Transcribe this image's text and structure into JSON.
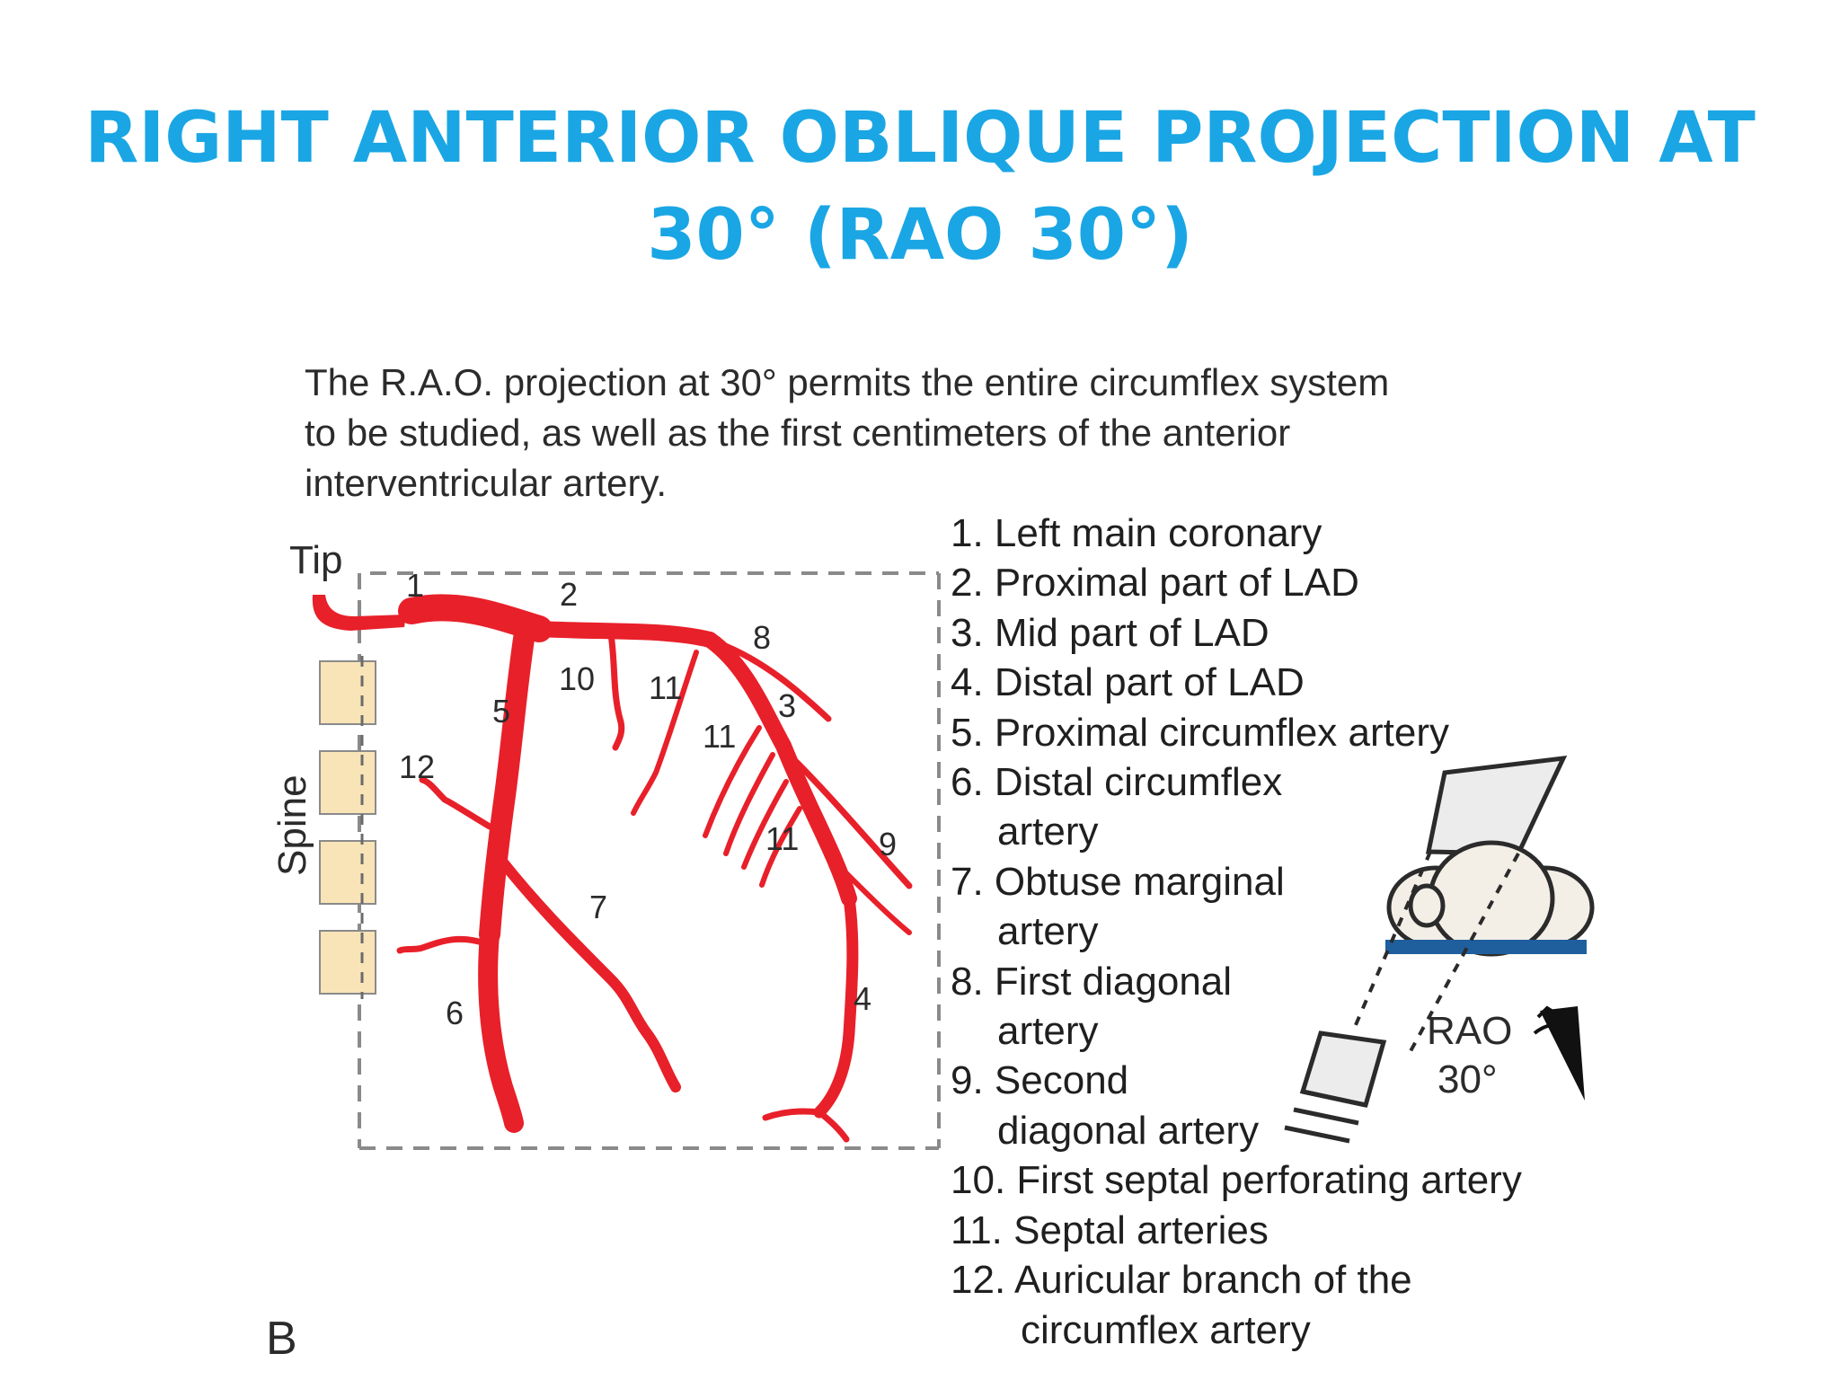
{
  "title": {
    "line1": "RIGHT ANTERIOR OBLIQUE PROJECTION AT",
    "line2": "30° (RAO 30°)"
  },
  "intro": {
    "line1": "The R.A.O. projection at 30° permits the entire circumflex system",
    "line2": "to be studied, as well as the first centimeters of the anterior",
    "line3": "interventricular artery."
  },
  "legend": [
    {
      "text": "1. Left main coronary"
    },
    {
      "text": "2. Proximal part of LAD"
    },
    {
      "text": "3. Mid part of LAD"
    },
    {
      "text": "4. Distal part of LAD"
    },
    {
      "text": "5. Proximal circumflex artery"
    },
    {
      "text": "6. Distal circumflex",
      "cont": "artery"
    },
    {
      "text": "7. Obtuse marginal",
      "cont": "artery"
    },
    {
      "text": "8. First diagonal",
      "cont": "artery"
    },
    {
      "text": "9. Second",
      "cont": "diagonal artery"
    },
    {
      "text": "10. First septal perforating artery"
    },
    {
      "text": "11. Septal arteries"
    },
    {
      "text": "12. Auricular branch of the",
      "cont": "circumflex artery"
    }
  ],
  "diagram": {
    "tip_label": "Tip",
    "spine_label": "Spine",
    "numbers": {
      "n1": "1",
      "n2": "2",
      "n3": "3",
      "n4": "4",
      "n5": "5",
      "n6": "6",
      "n7": "7",
      "n8": "8",
      "n9": "9",
      "n10": "10",
      "n11a": "11",
      "n11b": "11",
      "n11c": "11",
      "n12": "12"
    },
    "rao_label": "RAO",
    "angle_label": "30°",
    "panel_letter": "B"
  },
  "colors": {
    "title": "#1aa6e4",
    "artery": "#e8202a",
    "vertebra": "#f9e4b8",
    "table": "#1f5f9e"
  }
}
